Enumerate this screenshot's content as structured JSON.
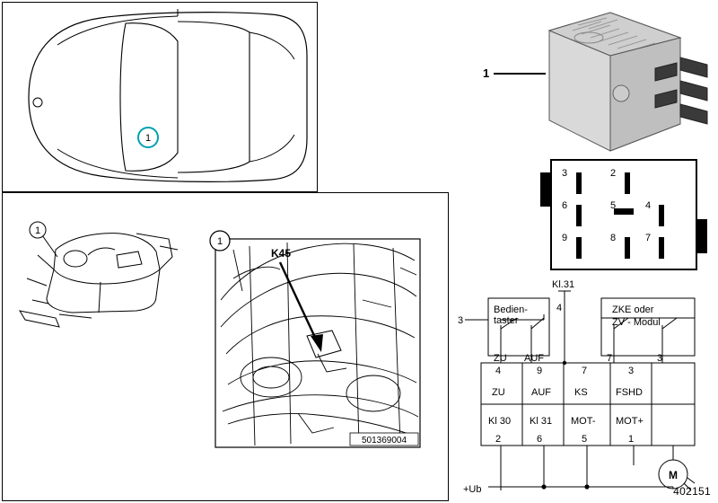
{
  "page": {
    "part_number": "402151",
    "drawing_number": "501369004"
  },
  "callouts": {
    "car_top_view": "1",
    "dashboard_view": "1",
    "engine_bay_view": "1",
    "relay_photo": "1"
  },
  "component_label": "K45",
  "connector_pins": {
    "row1": [
      "3",
      "2"
    ],
    "row2": [
      "6",
      "5",
      "4"
    ],
    "row3": [
      "9",
      "8",
      "7"
    ]
  },
  "circuit": {
    "top_terminal": "Kl.31",
    "top_terminal_pin": "4",
    "left_pin": "3",
    "switch_block_label": [
      "Bedien-",
      "taster"
    ],
    "module_block_label": [
      "ZKE   oder",
      "ZV - Modul"
    ],
    "switch_outputs": [
      "ZU",
      "AUF"
    ],
    "module_pins": [
      "7",
      "3"
    ],
    "row_pins": [
      "4",
      "9",
      "7",
      "3"
    ],
    "row_signals": [
      "ZU",
      "AUF",
      "KS",
      "FSHD"
    ],
    "row_terminals": [
      "Kl 30",
      "Kl 31",
      "MOT-",
      "MOT+"
    ],
    "row_bottom_pins": [
      "2",
      "6",
      "5",
      "1"
    ],
    "supply_label": "+Ub",
    "motor_label": "M"
  }
}
